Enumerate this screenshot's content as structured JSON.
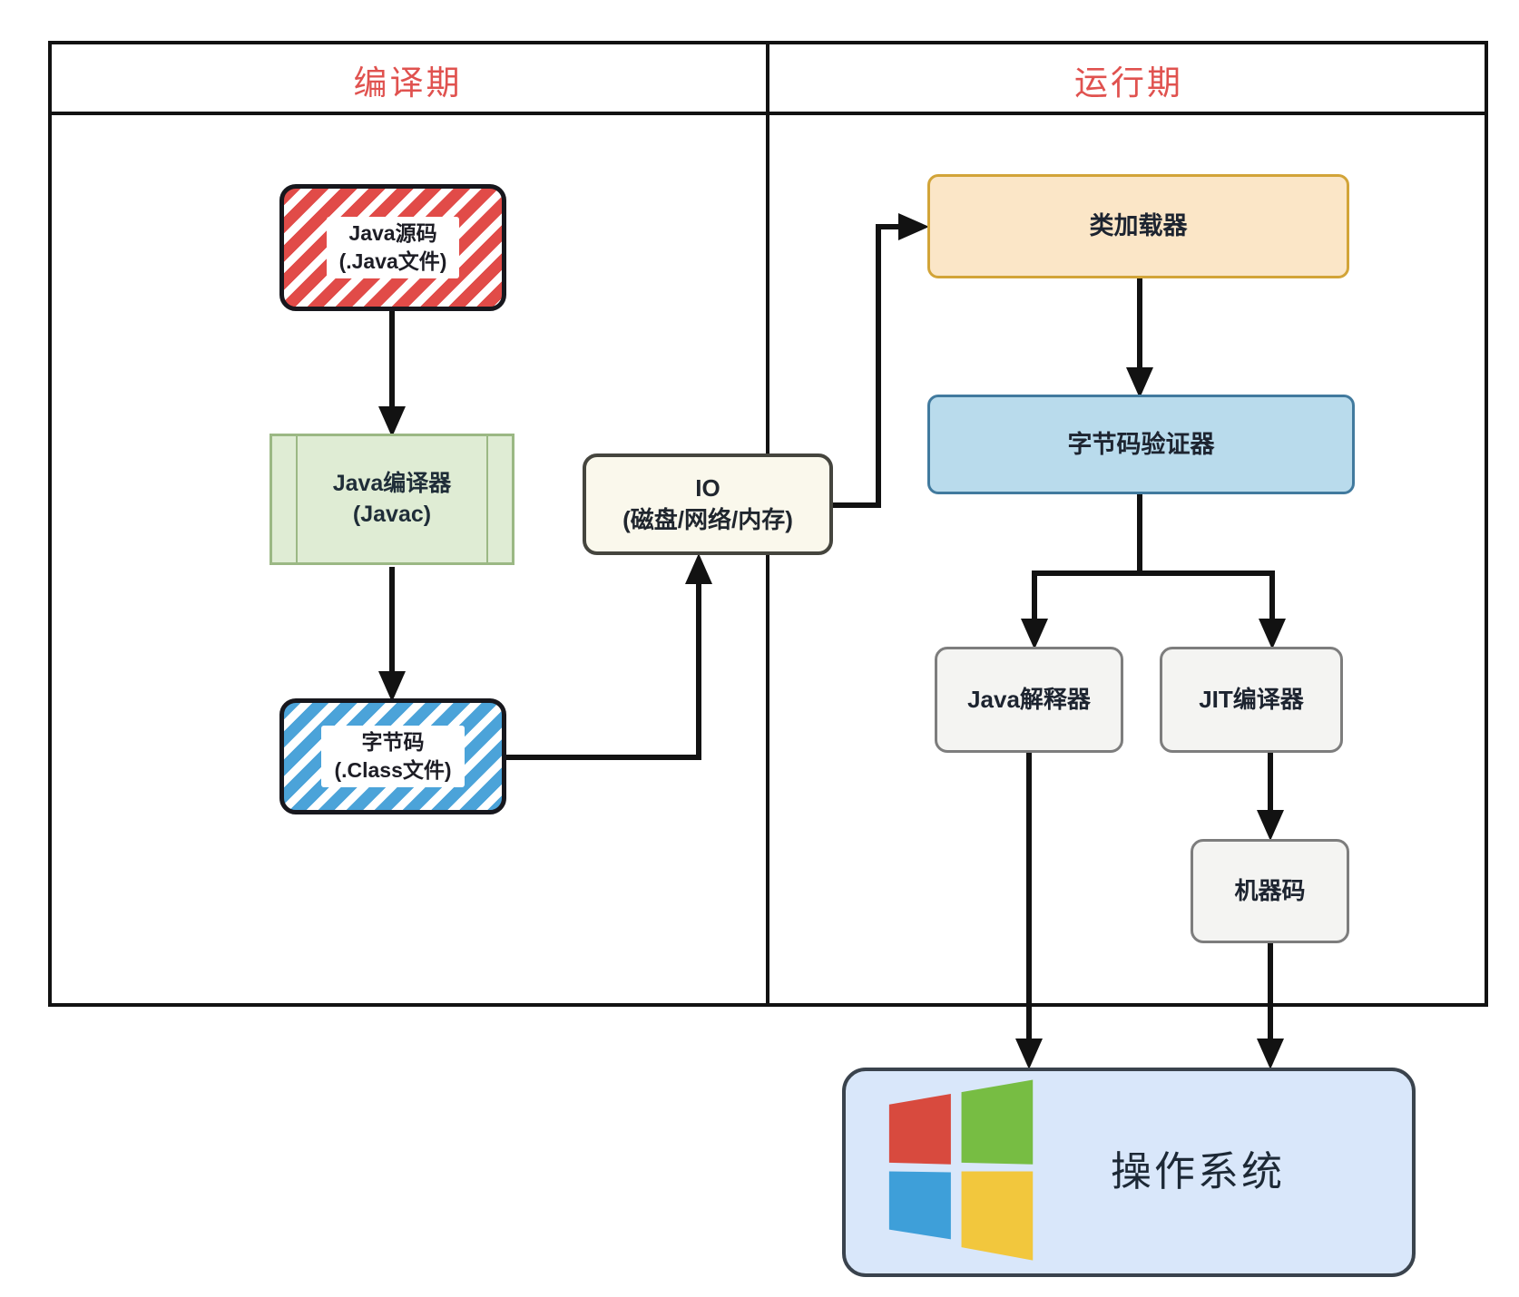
{
  "header": {
    "left": "编译期",
    "right": "运行期"
  },
  "nodes": {
    "java_source": {
      "line1": "Java源码",
      "line2": "(.Java文件)"
    },
    "java_compiler": {
      "line1": "Java编译器",
      "line2": "(Javac)"
    },
    "bytecode": {
      "line1": "字节码",
      "line2": "(.Class文件)"
    },
    "io": {
      "line1": "IO",
      "line2": "(磁盘/网络/内存)"
    },
    "class_loader": {
      "label": "类加载器"
    },
    "bytecode_verifier": {
      "label": "字节码验证器"
    },
    "java_interpreter": {
      "label": "Java解释器"
    },
    "jit_compiler": {
      "label": "JIT编译器"
    },
    "machine_code": {
      "label": "机器码"
    },
    "os": {
      "label": "操作系统"
    }
  },
  "icons": {
    "os_logo": "windows-logo"
  },
  "colors": {
    "header_text": "#e0524f",
    "source_stripe": "#e14b48",
    "bytecode_stripe": "#4ba3d9",
    "compiler_fill": "#dfecd4",
    "compiler_border": "#9bb884",
    "io_fill": "#faf8ec",
    "class_loader_fill": "#fbe6c7",
    "class_loader_border": "#d2a438",
    "verifier_fill": "#b9dbec",
    "verifier_border": "#417a9e",
    "gray_node_fill": "#f4f4f2",
    "os_fill": "#d9e7fa",
    "arrow": "#121212",
    "win_red": "#d84a3e",
    "win_green": "#77bd43",
    "win_blue": "#3e9fd9",
    "win_yellow": "#f2c73d"
  }
}
